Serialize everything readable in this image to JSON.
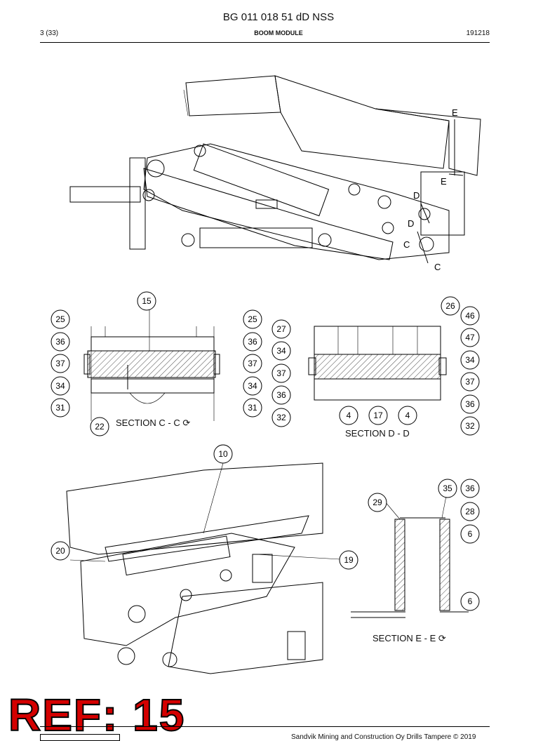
{
  "header": {
    "doc_id": "BG 011 018 51 dD NSS",
    "page": "3 (33)",
    "module": "BOOM MODULE",
    "date": "191218"
  },
  "section_labels": {
    "c": "SECTION C - C",
    "d": "SECTION D - D",
    "e": "SECTION E - E"
  },
  "view_markers": [
    "E",
    "E",
    "D",
    "D",
    "C",
    "C"
  ],
  "callouts": {
    "sec_c": [
      "15",
      "25",
      "25",
      "36",
      "36",
      "37",
      "37",
      "34",
      "34",
      "31",
      "31",
      "22"
    ],
    "sec_d": [
      "26",
      "46",
      "27",
      "47",
      "34",
      "34",
      "37",
      "37",
      "36",
      "36",
      "32",
      "4",
      "17",
      "4",
      "32"
    ],
    "detail": [
      "10",
      "20",
      "19"
    ],
    "sec_e": [
      "35",
      "36",
      "29",
      "28",
      "6",
      "6"
    ]
  },
  "watermark": "REF: 15",
  "footer": {
    "copyright": "Sandvik Mining and Construction Oy Drills Tampere © 2019"
  }
}
